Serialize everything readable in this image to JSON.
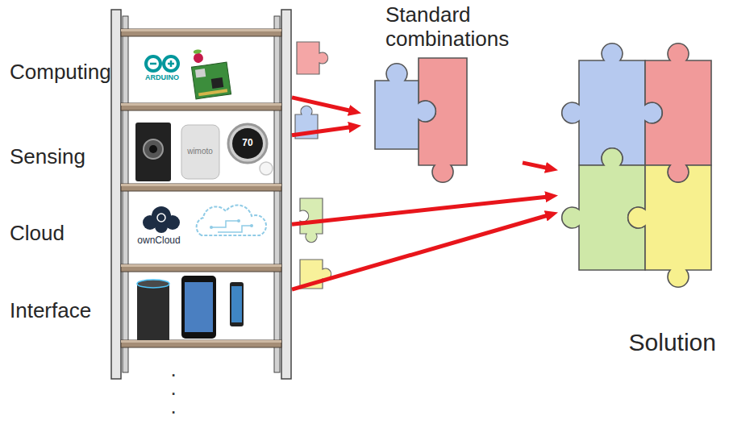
{
  "diagram": {
    "nodes": [
      {
        "text": [
          "Computing"
        ]
      },
      {
        "text": [
          "Sensing"
        ]
      },
      {
        "text": [
          "Cloud"
        ]
      },
      {
        "text": [
          "Interface"
        ]
      },
      {
        "text": [
          "Standard combinations"
        ]
      },
      {
        "text": [
          "Solution"
        ]
      }
    ],
    "edges": [
      {
        "from": 0,
        "to": 4,
        "arrow": "to"
      },
      {
        "from": 1,
        "to": 4,
        "arrow": "to"
      },
      {
        "from": 4,
        "to": 5,
        "arrow": "to"
      },
      {
        "from": 2,
        "to": 5,
        "arrow": "to"
      },
      {
        "from": 3,
        "to": 5,
        "arrow": "to"
      }
    ],
    "labels": [
      "ARDUINO",
      "70",
      "wimoto",
      "ownCloud",
      ".",
      ".",
      "."
    ]
  }
}
